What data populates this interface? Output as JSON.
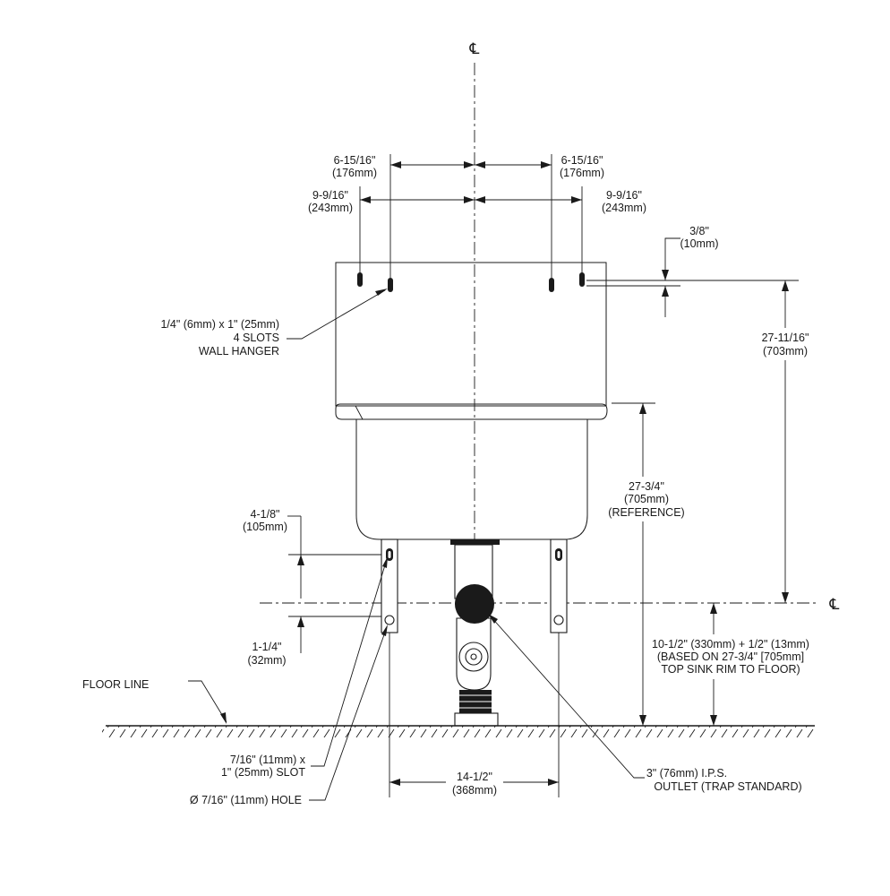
{
  "labels": {
    "cl_symbol": "℄",
    "dim_top_left_a": "6-15/16\"",
    "dim_top_left_a_mm": "(176mm)",
    "dim_top_right_a": "6-15/16\"",
    "dim_top_right_a_mm": "(176mm)",
    "dim_top_left_b": "9-9/16\"",
    "dim_top_left_b_mm": "(243mm)",
    "dim_top_right_b": "9-9/16\"",
    "dim_top_right_b_mm": "(243mm)",
    "dim_slot_offset": "3/8\"",
    "dim_slot_offset_mm": "(10mm)",
    "dim_slot_to_cl": "27-11/16\"",
    "dim_slot_to_cl_mm": "(703mm)",
    "dim_rim_to_floor": "27-3/4\"",
    "dim_rim_to_floor_mm": "(705mm)",
    "dim_rim_to_floor_ref": "(REFERENCE)",
    "wall_hanger_1": "1/4\" (6mm) x 1\" (25mm)",
    "wall_hanger_2": "4 SLOTS",
    "wall_hanger_3": "WALL HANGER",
    "dim_leg_upper": "4-1/8\"",
    "dim_leg_upper_mm": "(105mm)",
    "dim_leg_lower": "1-1/4\"",
    "dim_leg_lower_mm": "(32mm)",
    "cl_height_1": "10-1/2\" (330mm) + 1/2\" (13mm)",
    "cl_height_2": "(BASED ON 27-3/4\" [705mm]",
    "cl_height_3": "TOP SINK RIM TO FLOOR)",
    "floor_line": "FLOOR LINE",
    "slot_1": "7/16\" (11mm) x",
    "slot_2": "1\" (25mm) SLOT",
    "hole": "Ø 7/16\" (11mm) HOLE",
    "leg_spacing": "14-1/2\"",
    "leg_spacing_mm": "(368mm)",
    "outlet_1": "3\" (76mm) I.P.S.",
    "outlet_2": "OUTLET (TRAP STANDARD)"
  }
}
